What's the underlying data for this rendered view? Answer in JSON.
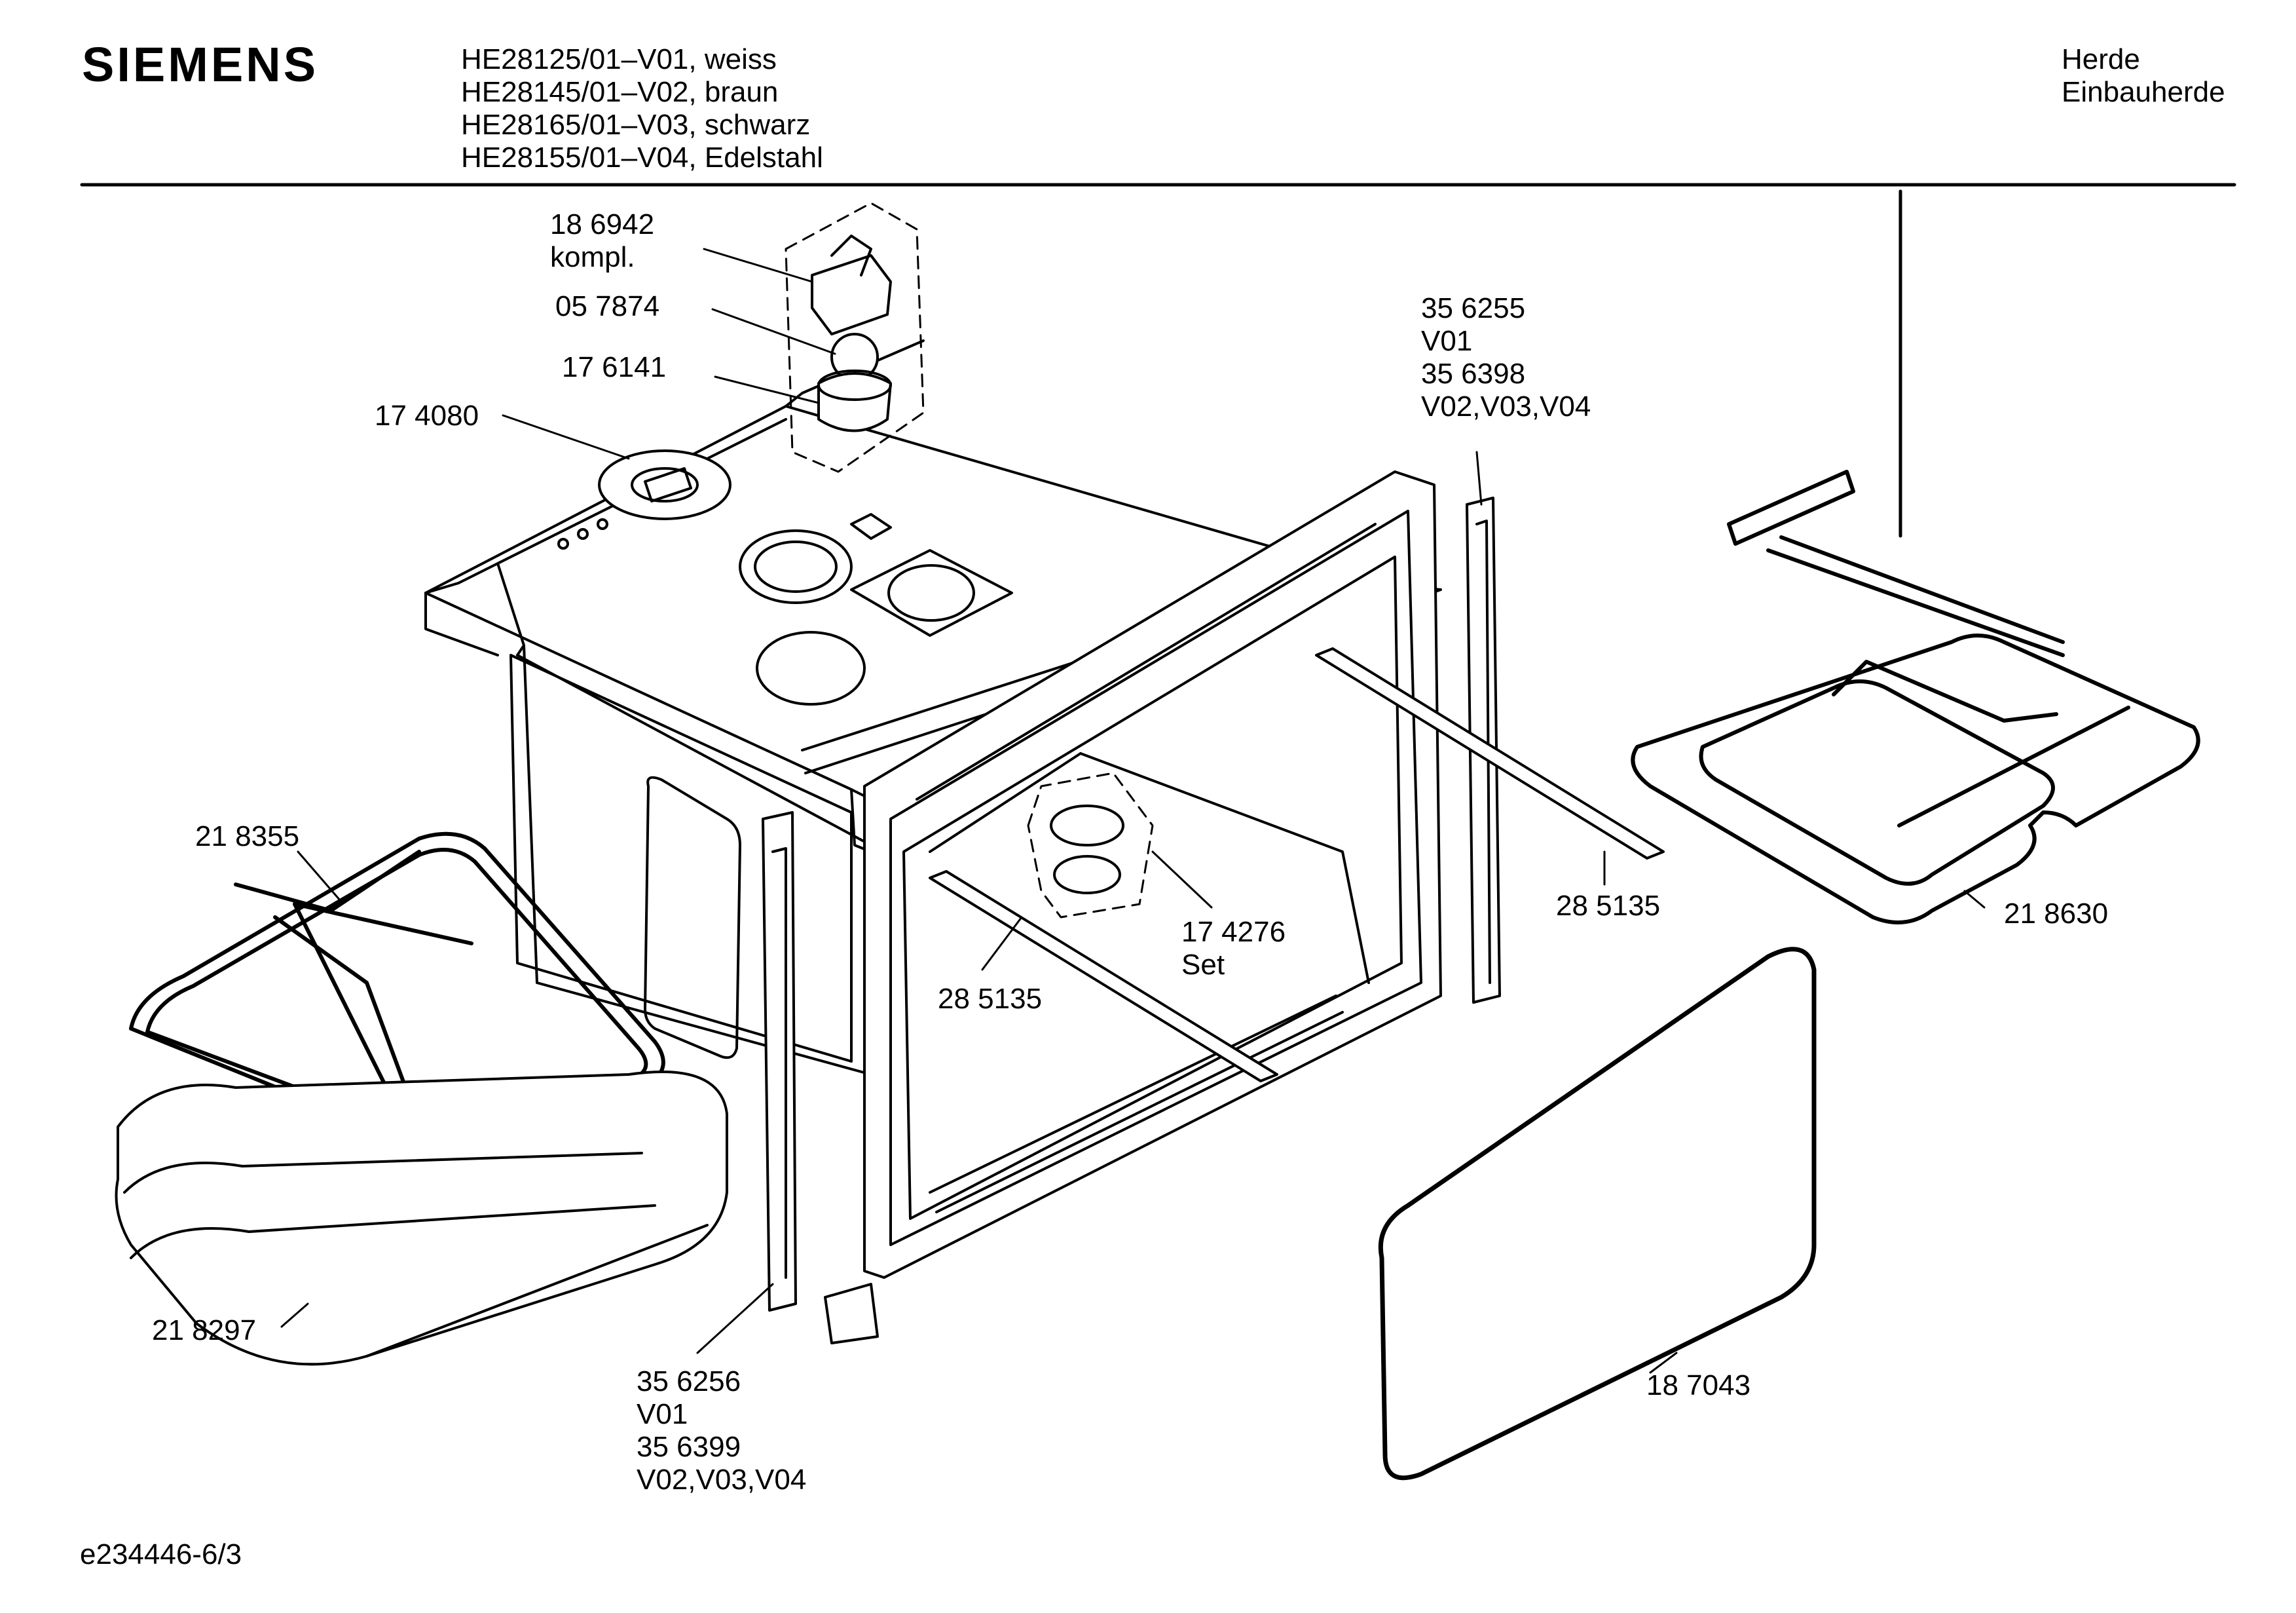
{
  "header": {
    "brand": "SIEMENS",
    "models": [
      "HE28125/01–V01, weiss",
      "HE28145/01–V02, braun",
      "HE28165/01–V03, schwarz",
      "HE28155/01–V04, Edelstahl"
    ],
    "category": [
      "Herde",
      "Einbauherde"
    ]
  },
  "parts": {
    "p186942": [
      "18 6942",
      "kompl."
    ],
    "p057874": [
      "05 7874"
    ],
    "p176141": [
      "17 6141"
    ],
    "p174080": [
      "17 4080"
    ],
    "p356255": [
      "35 6255",
      "V01",
      "35 6398",
      "V02,V03,V04"
    ],
    "p218355": [
      "21 8355"
    ],
    "p174276": [
      "17 4276",
      "Set"
    ],
    "p285135_left": [
      "28 5135"
    ],
    "p285135_right": [
      "28 5135"
    ],
    "p218630": [
      "21 8630"
    ],
    "p218297": [
      "21 8297"
    ],
    "p356256": [
      "35 6256",
      "V01",
      "35 6399",
      "V02,V03,V04"
    ],
    "p187043": [
      "18 7043"
    ]
  },
  "footer": {
    "doc_id": "e234446-6/3"
  }
}
